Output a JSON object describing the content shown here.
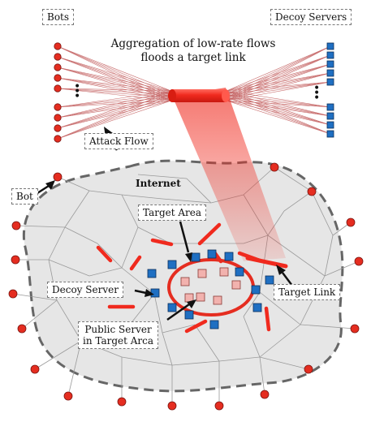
{
  "labels": {
    "bots": "Bots",
    "decoy_servers": "Decoy Servers",
    "headline_line1": "Aggregation of low-rate flows",
    "headline_line2": "floods a target link",
    "attack_flow": "Attack Flow",
    "internet": "Internet",
    "bot": "Bot",
    "target_area": "Target Area",
    "decoy_server": "Decoy Server",
    "target_link": "Target Link",
    "public_server_line1": "Public Server",
    "public_server_line2": "in Target Arca"
  },
  "icons": {
    "bot": "red-circle-node",
    "decoy_server": "blue-square-node",
    "public_server": "pink-square-node",
    "target_link": "red-bar-link",
    "attack_beam": "red-gradient-beam"
  },
  "colors": {
    "bot_red": "#e52d20",
    "decoy_blue": "#1f6fc2",
    "public_pink": "#f2b2ae",
    "link_red": "#f02a1e",
    "cloud_fill": "#e6e6e6",
    "cloud_border": "#666666",
    "flow_line": "#c76a6a"
  }
}
